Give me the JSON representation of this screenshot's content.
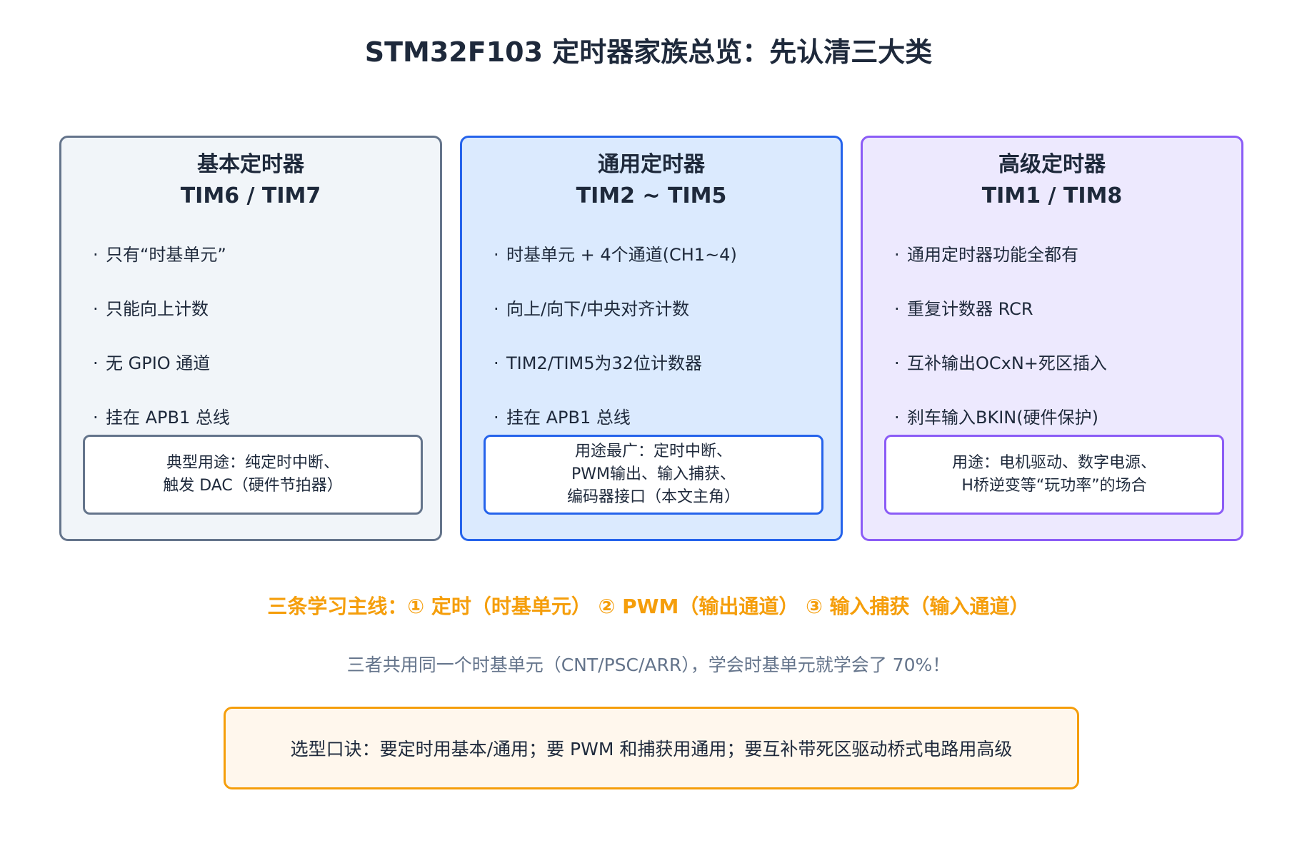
{
  "title": "STM32F103 定时器家族总览：先认清三大类",
  "cards": [
    {
      "name": "基本定时器",
      "timers": "TIM6 / TIM7",
      "bullets": [
        "只有“时基单元”",
        "只能向上计数",
        "无 GPIO 通道",
        "挂在 APB1 总线"
      ],
      "usage": [
        "典型用途：纯定时中断、",
        "触发 DAC（硬件节拍器）"
      ],
      "color": "#64748b"
    },
    {
      "name": "通用定时器",
      "timers": "TIM2 ~ TIM5",
      "bullets": [
        "时基单元 + 4个通道(CH1~4)",
        "向上/向下/中央对齐计数",
        "TIM2/TIM5为32位计数器",
        "挂在 APB1 总线"
      ],
      "usage": [
        "用途最广：定时中断、",
        "PWM输出、输入捕获、",
        "编码器接口（本文主角）"
      ],
      "color": "#2563eb"
    },
    {
      "name": "高级定时器",
      "timers": "TIM1 / TIM8",
      "bullets": [
        "通用定时器功能全都有",
        "重复计数器 RCR",
        "互补输出OCxN+死区插入",
        "刹车输入BKIN(硬件保护)"
      ],
      "usage": [
        "用途：电机驱动、数字电源、",
        "H桥逆变等“玩功率”的场合"
      ],
      "color": "#8b5cf6"
    }
  ],
  "mainline": "三条学习主线：① 定时（时基单元） ② PWM（输出通道） ③ 输入捕获（输入通道）",
  "note": "三者共用同一个时基单元（CNT/PSC/ARR），学会时基单元就学会了 70%！",
  "tip": "选型口诀：要定时用基本/通用；要 PWM 和捕获用通用；要互补带死区驱动桥式电路用高级",
  "accent_color": "#f59e0b"
}
